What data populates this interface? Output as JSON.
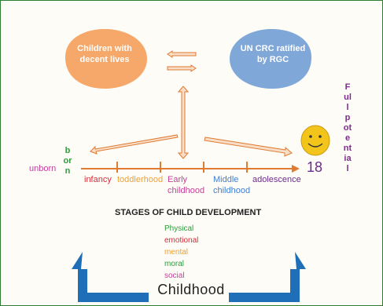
{
  "colors": {
    "border": "#2e7d32",
    "background": "#fefcf7",
    "peach": "#f5a86a",
    "blue": "#7fa7d8",
    "arrow_fill": "#f8ddc7",
    "arrow_stroke": "#e07a30",
    "timeline": "#e07a30",
    "smiley": "#f3c51b",
    "big_arrow": "#1f6fb8"
  },
  "top": {
    "left_bubble": "Children with decent lives",
    "right_bubble": "UN CRC ratified by RGC"
  },
  "side_label": {
    "vertical": "Full potential"
  },
  "born_label": "born",
  "stages": {
    "unborn": "unborn",
    "infancy": "infancy",
    "toddlerhood": "toddlerhood",
    "early_line1": "Early",
    "early_line2": "childhood",
    "middle_line1": "Middle",
    "middle_line2": "childhood",
    "adolescence": "adolescence",
    "age": "18"
  },
  "heading": "STAGES OF CHILD DEVELOPMENT",
  "aspects": {
    "physical": "Physical",
    "emotional": "emotional",
    "mental": "mental",
    "moral": "moral",
    "social": "social"
  },
  "bottom": {
    "childhood": "Childhood"
  }
}
